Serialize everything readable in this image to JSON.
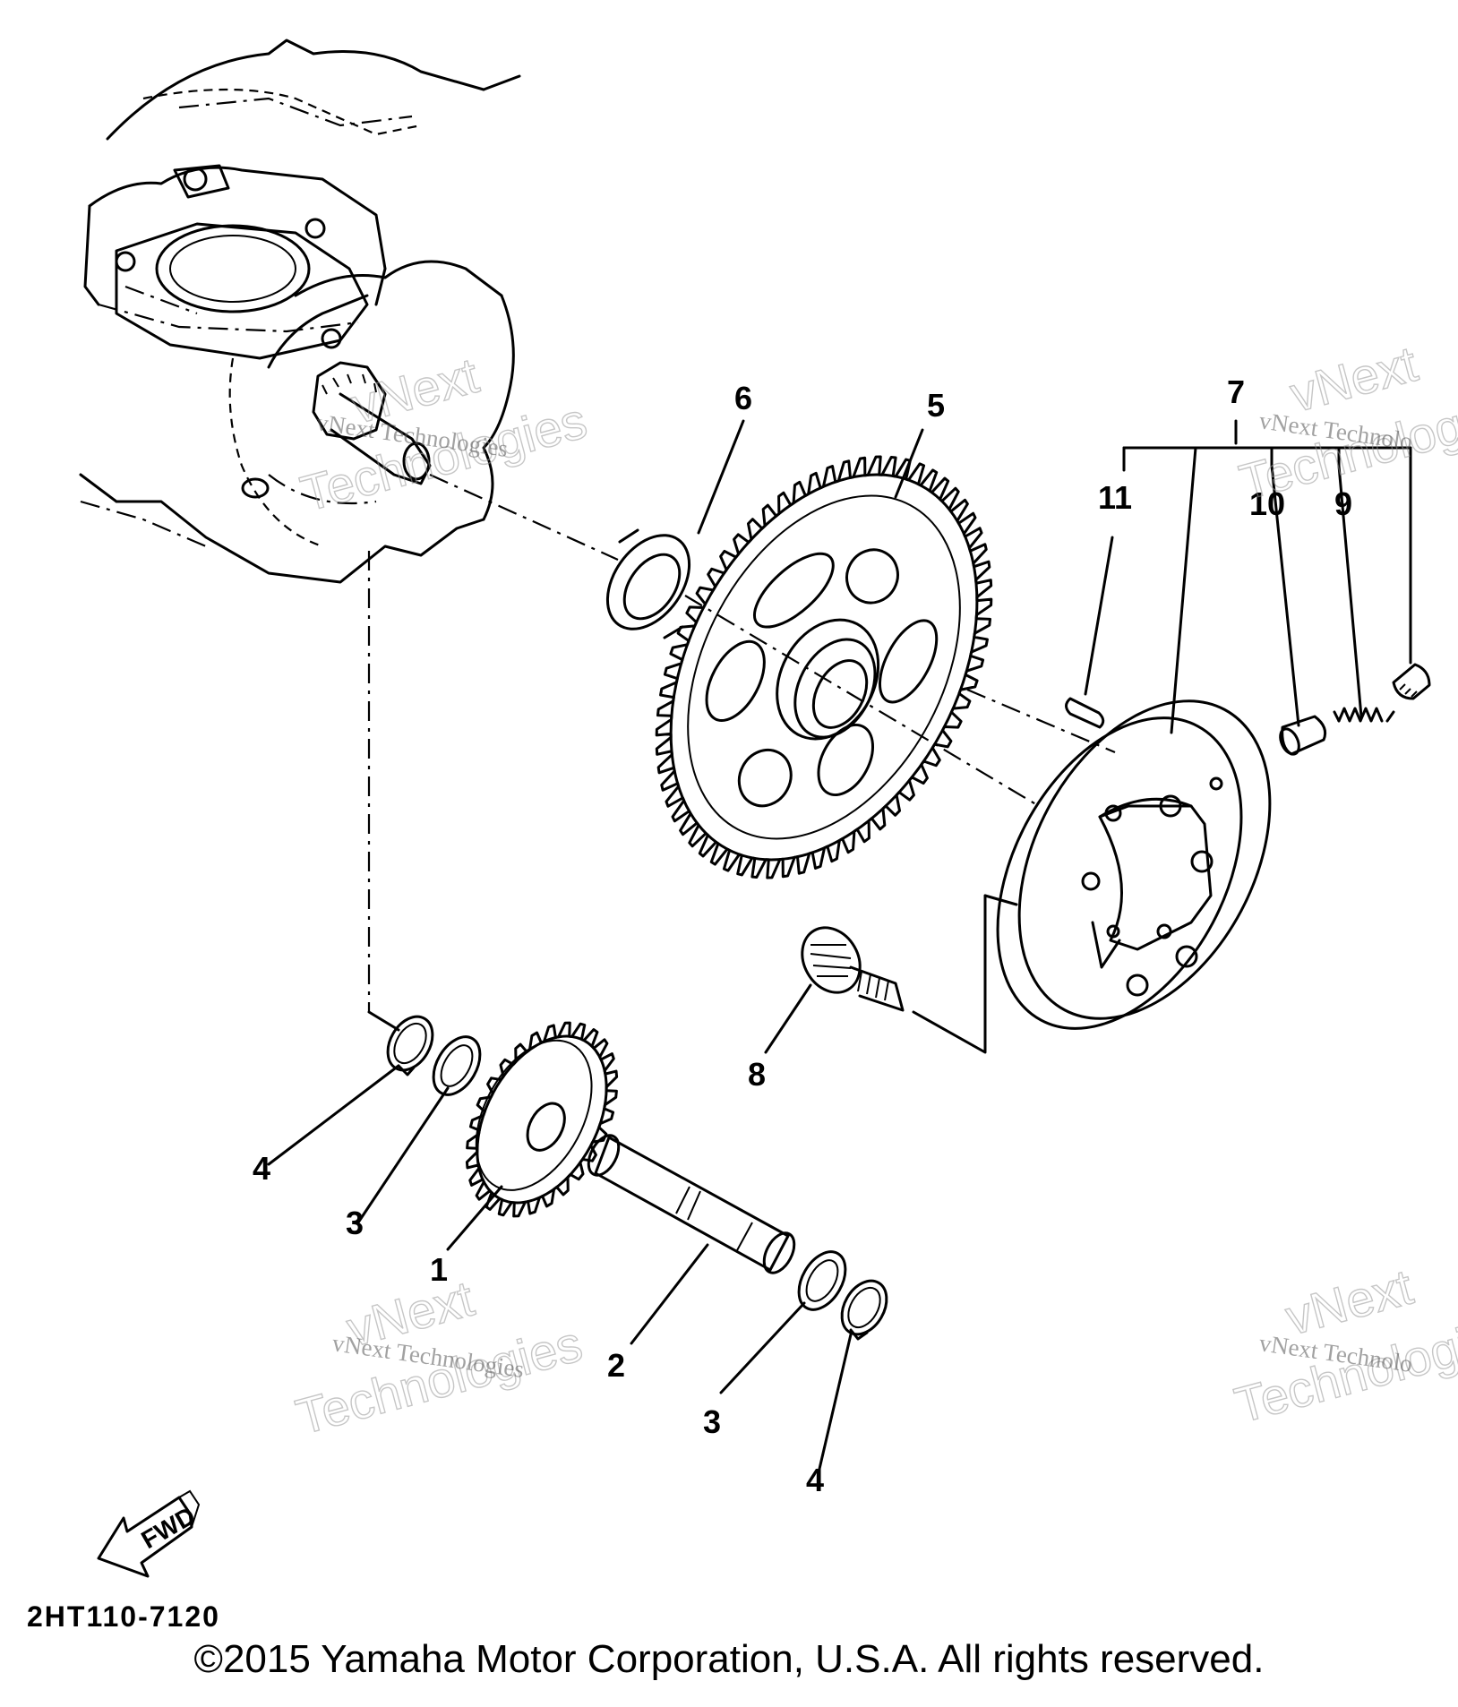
{
  "diagram": {
    "callouts": [
      "1",
      "2",
      "3",
      "4",
      "5",
      "6",
      "7",
      "8",
      "9",
      "10",
      "11"
    ],
    "callout_list": [
      {
        "id": "1",
        "label": "1"
      },
      {
        "id": "2",
        "label": "2"
      },
      {
        "id": "3a",
        "label": "3"
      },
      {
        "id": "3b",
        "label": "3"
      },
      {
        "id": "4a",
        "label": "4"
      },
      {
        "id": "4b",
        "label": "4"
      },
      {
        "id": "5",
        "label": "5"
      },
      {
        "id": "6",
        "label": "6"
      },
      {
        "id": "7",
        "label": "7"
      },
      {
        "id": "8",
        "label": "8"
      },
      {
        "id": "9",
        "label": "9"
      },
      {
        "id": "10",
        "label": "10"
      },
      {
        "id": "11",
        "label": "11"
      }
    ],
    "fwd_label": "FWD",
    "part_code": "2HT110-7120",
    "copyright": "©2015 Yamaha Motor Corporation, U.S.A. All rights reserved.",
    "watermark_small": "vNext Technologies",
    "watermark_big_1": "vNext",
    "watermark_big_2": "Technologies",
    "watermark_cut": "vNext Technolo"
  }
}
